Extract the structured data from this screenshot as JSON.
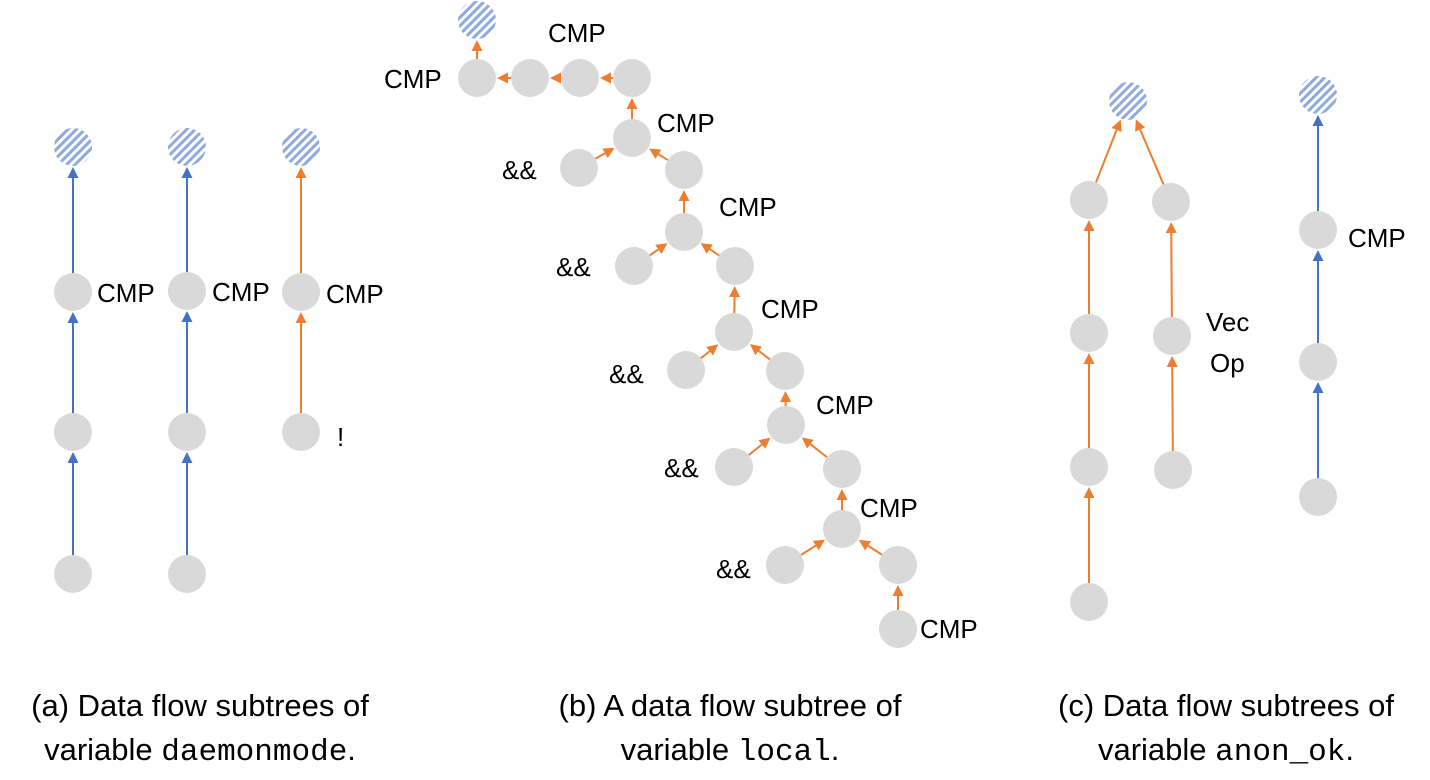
{
  "colors": {
    "node": "#d9d9d9",
    "blue": "#4472c4",
    "orange": "#ed7d31",
    "hatch": "#8faadc"
  },
  "panels": {
    "a": {
      "caption_line1": "(a) Data flow subtrees of",
      "caption_prefix": "variable ",
      "caption_var": "daemonmode",
      "caption_suffix": ".",
      "labels": {
        "cmp1": "CMP",
        "cmp2": "CMP",
        "cmp3": "CMP",
        "not": "!"
      }
    },
    "b": {
      "caption_line1": "(b) A data flow subtree of",
      "caption_prefix": "variable ",
      "caption_var": "local",
      "caption_suffix": ".",
      "labels": {
        "cmp_top_left": "CMP",
        "cmp_top_chain": "CMP",
        "cmp1": "CMP",
        "and1": "&&",
        "cmp2": "CMP",
        "and2": "&&",
        "cmp3": "CMP",
        "and3": "&&",
        "cmp4": "CMP",
        "and4": "&&",
        "cmp5": "CMP",
        "and5": "&&",
        "cmp_bottom": "CMP"
      }
    },
    "c": {
      "caption_line1": "(c) Data flow subtrees of",
      "caption_prefix": "variable ",
      "caption_var": "anon_ok",
      "caption_suffix": ".",
      "labels": {
        "vec": "Vec",
        "op": "Op",
        "cmp": "CMP"
      }
    }
  }
}
